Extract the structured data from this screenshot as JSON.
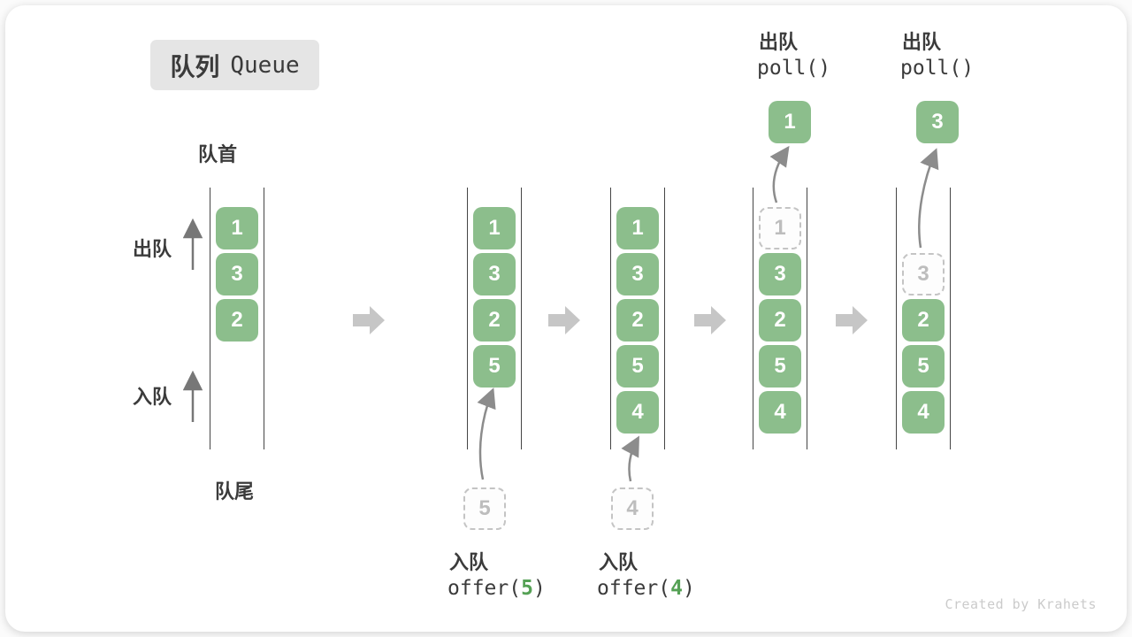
{
  "title": {
    "zh": "队列",
    "en": "Queue"
  },
  "labels": {
    "front": "队首",
    "rear": "队尾",
    "dequeue": "出队",
    "enqueue": "入队"
  },
  "columns": [
    {
      "cells": [
        "1",
        "3",
        "2"
      ]
    },
    {
      "cells": [
        "1",
        "3",
        "2",
        "5"
      ],
      "incoming": "5"
    },
    {
      "cells": [
        "1",
        "3",
        "2",
        "5",
        "4"
      ],
      "incoming": "4"
    },
    {
      "cells": [
        "3",
        "2",
        "5",
        "4"
      ],
      "removed": "1",
      "outgoing": "1"
    },
    {
      "cells": [
        "2",
        "5",
        "4"
      ],
      "removed": "3",
      "outgoing": "3"
    }
  ],
  "operations": {
    "enqueue5": {
      "label": "入队",
      "code": "offer(",
      "arg": "5",
      "close": ")"
    },
    "enqueue4": {
      "label": "入队",
      "code": "offer(",
      "arg": "4",
      "close": ")"
    },
    "dequeue1": {
      "label": "出队",
      "code": "poll()"
    },
    "dequeue2": {
      "label": "出队",
      "code": "poll()"
    }
  },
  "footer": {
    "credit": "Created by Krahets"
  },
  "colors": {
    "cell_green": "#8CBE8C",
    "arg_green": "#55A155",
    "badge_bg": "#E5E5E5",
    "text_dark": "#3B3B3B",
    "line_dark": "#454545",
    "arrow_light": "#C6C6C6",
    "arrow_gray": "#8C8C8C",
    "arrow_mid": "#777777",
    "ghost_border": "#C4C4C4",
    "ghost_text": "#BDBDBD",
    "credit_gray": "#CBCBCB"
  }
}
